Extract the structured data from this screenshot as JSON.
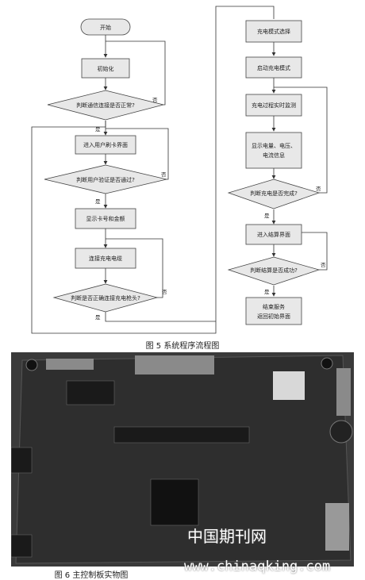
{
  "flowchart": {
    "nodes": {
      "start": "开始",
      "init": "初始化",
      "comm_check": "判断通信连接是否正常?",
      "swipe": "进入用户刷卡界面",
      "verify_check": "判断用户验证是否通过?",
      "show_card": "显示卡号和金额",
      "connect_cable": "连接充电电缆",
      "gun_check": "判断是否正确连接充电枪头?",
      "select_mode": "充电模式选择",
      "start_mode": "启动充电模式",
      "monitor": "充电过程实时监测",
      "display_line1": "显示电量、电压、",
      "display_line2": "电流信息",
      "done_check": "判断充电是否完成?",
      "settle": "进入结算界面",
      "settle_check": "判断结算是否成功?",
      "end_line1": "结束服务",
      "end_line2": "返回初始界面"
    },
    "labels": {
      "yes": "是",
      "no": "否"
    },
    "caption": "图 5 系统程序流程图"
  },
  "photo": {
    "caption": "图 6 主控制板实物图",
    "watermark_cn": "中国期刊网",
    "watermark_url": "www.chinaqking.com"
  },
  "colors": {
    "node_fill": "#e8e8e8",
    "line": "#333333",
    "board": "#2e2e2e"
  }
}
